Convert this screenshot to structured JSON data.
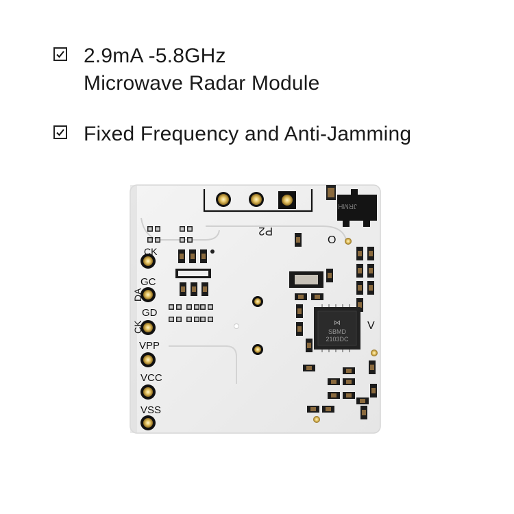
{
  "features": [
    {
      "checked": true,
      "line1": "2.9mA -5.8GHz",
      "line2": "Microwave Radar Module"
    },
    {
      "checked": true,
      "line1": "Fixed Frequency and Anti-Jamming"
    }
  ],
  "board": {
    "pin_labels": [
      "CK",
      "GC",
      "DA",
      "GD",
      "CK",
      "VPP",
      "VCC",
      "VSS"
    ],
    "connector_label": "P2",
    "ic_marking_line1": "SBMD",
    "ic_marking_line2": "2103DC",
    "transistor_marking": "JRMH",
    "side_letter": "V"
  }
}
